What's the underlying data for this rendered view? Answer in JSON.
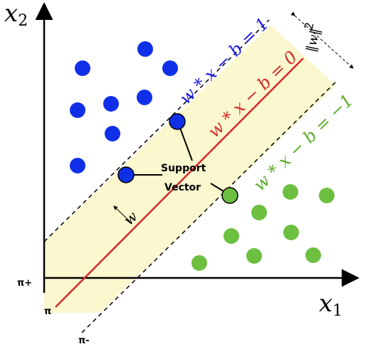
{
  "axes": {
    "x_label_base": "x",
    "x_label_sub": "1",
    "y_label_base": "x",
    "y_label_sub": "2"
  },
  "lines": {
    "positive": {
      "label": "w * x − b = 1",
      "color": "#1a1ae6"
    },
    "center": {
      "label": "w * x − b = 0",
      "color": "#d62728"
    },
    "negative": {
      "label": "w * x − b = −1",
      "color": "#5aaa2a"
    }
  },
  "plane_labels": {
    "pi_plus": "π+",
    "pi": "π",
    "pi_minus": "π-"
  },
  "margin": {
    "label_bar": "‖w‖",
    "label_num": "2",
    "band_color": "#fbf7cf"
  },
  "normal_vector": {
    "label": "w"
  },
  "support_vector_label": {
    "line1": "Support",
    "line2": "Vector"
  },
  "colors": {
    "blue_class": "#1030e8",
    "green_class": "#6cbf3f",
    "axis": "#000000"
  }
}
